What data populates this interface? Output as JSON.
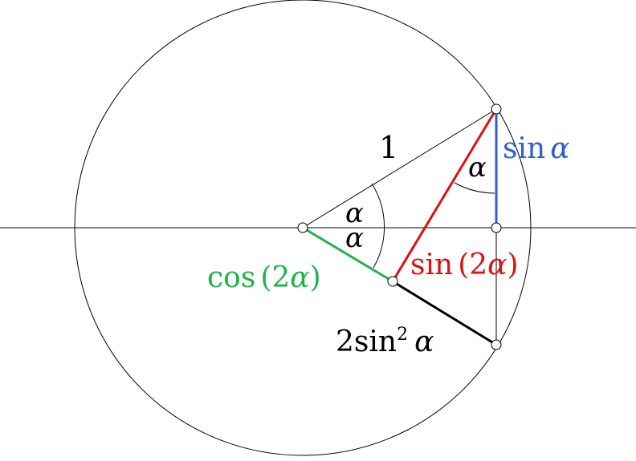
{
  "labels": {
    "radius": "1",
    "alpha_upper": "α",
    "alpha_lower": "α",
    "alpha_top": "α",
    "sin_alpha": {
      "fn": "sin",
      "var": "α"
    },
    "sin_2alpha": {
      "fn": "sin",
      "open": "(",
      "num": "2",
      "var": "α",
      "close": ")"
    },
    "cos_2alpha": {
      "fn": "cos",
      "open": "(",
      "num": "2",
      "var": "α",
      "close": ")"
    },
    "two_sin_sq": {
      "coef": "2",
      "fn": "sin",
      "exp": "2",
      "var": "α"
    }
  },
  "colors": {
    "stroke": "#000000",
    "sin_alpha": "#2f5fd0",
    "sin_2alpha": "#dd1111",
    "cos_2alpha": "#22b24c",
    "two_sin_sq": "#000000",
    "vertex_fill": "#ffffff"
  }
}
